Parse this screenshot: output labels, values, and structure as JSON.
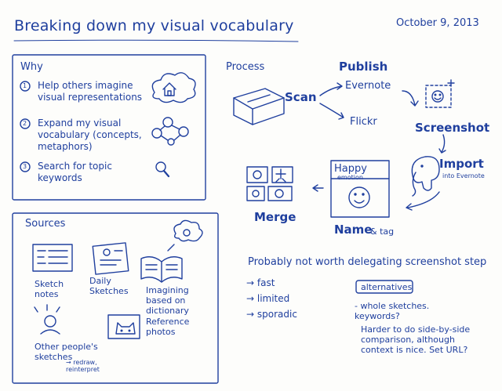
{
  "title": "Breaking down my visual vocabulary",
  "date": "October 9, 2013",
  "why": {
    "heading": "Why",
    "items": [
      {
        "num": "1",
        "text": "Help others imagine visual representations"
      },
      {
        "num": "2",
        "text": "Expand my visual vocabulary (concepts, metaphors)"
      },
      {
        "num": "3",
        "text": "Search for topic keywords"
      }
    ]
  },
  "process": {
    "heading": "Process",
    "scan": "Scan",
    "publish": "Publish",
    "evernote": "Evernote",
    "flickr": "Flickr",
    "screenshot": "Screenshot",
    "import": "Import",
    "import_sub": "into Evernote",
    "card_title": "Happy",
    "card_sub": "emotion",
    "name_tag_name": "Name",
    "name_tag_tag": "& tag",
    "merge": "Merge"
  },
  "sources": {
    "heading": "Sources",
    "sketch_notes": "Sketch notes",
    "daily_sketches": "Daily Sketches",
    "imagining": "Imagining based on dictionary",
    "other_people": "Other people's sketches",
    "redraw": "→ redraw, reinterpret",
    "reference": "Reference photos"
  },
  "notes": {
    "heading": "Probably not worth delegating screenshot step",
    "items": [
      "→ fast",
      "→ limited",
      "→ sporadic"
    ],
    "alternatives_label": "alternatives",
    "alt1": "- whole sketches. keywords?",
    "alt2": "Harder to do side-by-side comparison, although context is nice. Set URL?"
  },
  "colors": {
    "ink": "#1f3f9e",
    "paper": "#fdfdfb"
  },
  "icons": [
    "cloud-house-icon",
    "people-network-icon",
    "magnifier-icon",
    "scanner-icon",
    "smiley-icon",
    "elephant-icon",
    "photo-grid-icon",
    "cat-photo-icon",
    "open-book-icon",
    "person-icon"
  ]
}
